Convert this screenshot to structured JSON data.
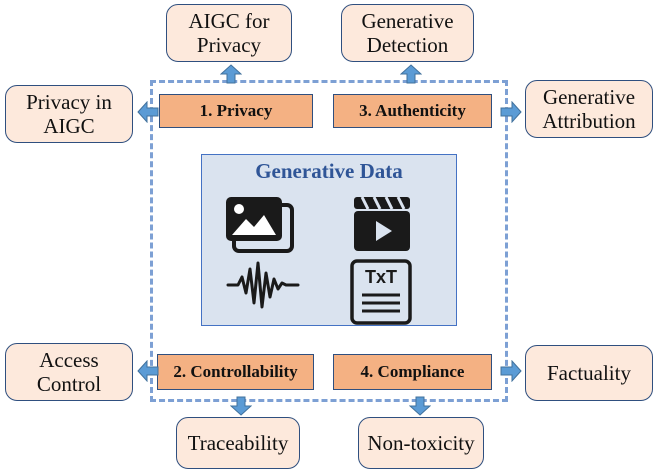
{
  "center": {
    "title": "Generative Data",
    "icons": [
      "image-icon",
      "video-icon",
      "audio-waveform-icon",
      "text-document-icon"
    ],
    "text_icon_label": "TxT"
  },
  "categories": [
    {
      "id": "privacy",
      "label": "1. Privacy"
    },
    {
      "id": "authenticity",
      "label": "3. Authenticity"
    },
    {
      "id": "controllability",
      "label": "2. Controllability"
    },
    {
      "id": "compliance",
      "label": "4. Compliance"
    }
  ],
  "topics": {
    "aigc_for_privacy": "AIGC for\nPrivacy",
    "privacy_in_aigc": "Privacy in\nAIGC",
    "generative_detection": "Generative\nDetection",
    "generative_attribution": "Generative\nAttribution",
    "access_control": "Access\nControl",
    "traceability": "Traceability",
    "non_toxicity": "Non-toxicity",
    "factuality": "Factuality"
  },
  "colors": {
    "category_fill": "#f4b183",
    "topic_fill": "#fde9dc",
    "core_fill": "#dae3ef",
    "arrow": "#5b9bd5",
    "dashed_border": "#7da0d4",
    "title": "#2f5597"
  }
}
